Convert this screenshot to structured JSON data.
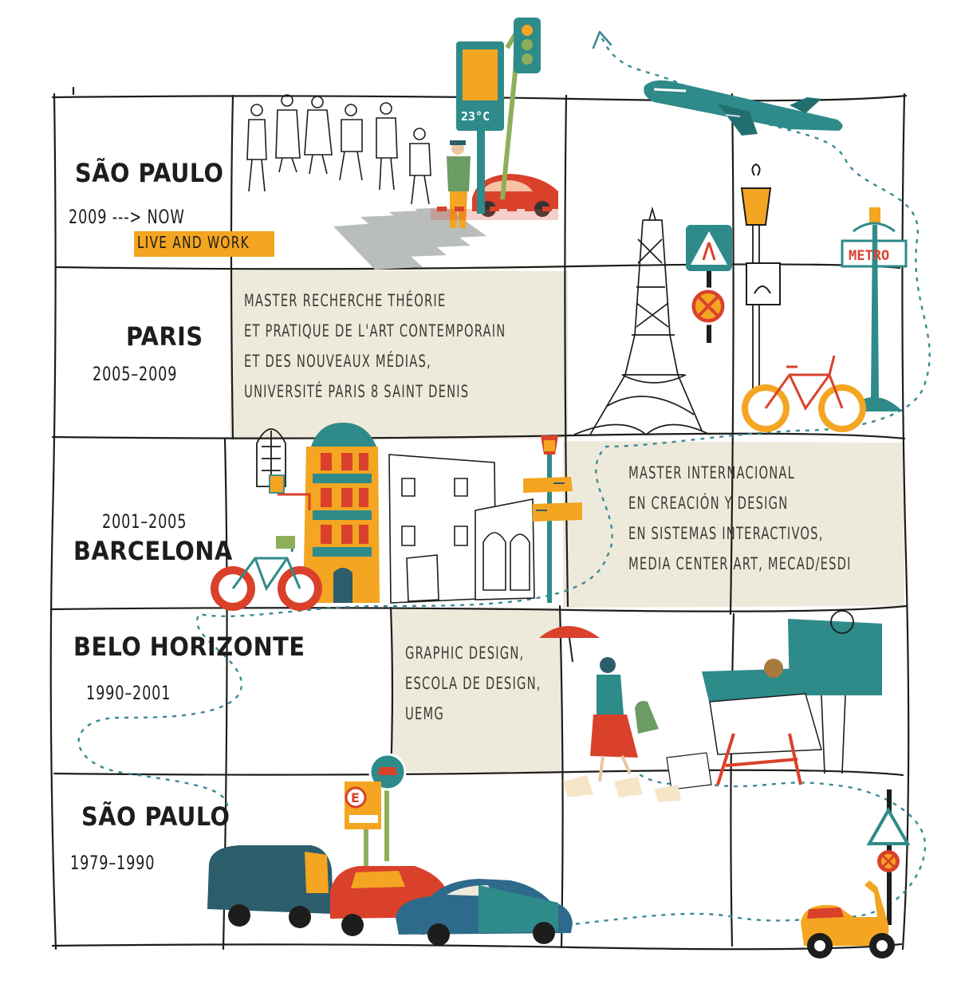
{
  "entries": [
    {
      "city": "SÃO PAULO",
      "years": "2009 ---> NOW",
      "tag": "LIVE AND WORK"
    },
    {
      "city": "PARIS",
      "years": "2005–2009",
      "description": [
        "MASTER RECHERCHE THÉORIE",
        "ET PRATIQUE DE L'ART CONTEMPORAIN",
        "ET DES NOUVEAUX MÉDIAS,",
        "UNIVERSITÉ PARIS 8 SAINT DENIS"
      ]
    },
    {
      "city": "BARCELONA",
      "years": "2001–2005",
      "description": [
        "MASTER INTERNACIONAL",
        "EN CREACIÓN Y DESIGN",
        "EN SISTEMAS INTERACTIVOS,",
        "MEDIA CENTER ART, MECAD/ESDI"
      ]
    },
    {
      "city": "BELO HORIZONTE",
      "years": "1990–2001",
      "description": [
        "GRAPHIC DESIGN,",
        "ESCOLA DE DESIGN,",
        "UEMG"
      ]
    },
    {
      "city": "SÃO PAULO",
      "years": "1979–1990"
    }
  ],
  "signs": {
    "thermometer": "23°C",
    "metro": "METRO",
    "parking": "E"
  },
  "colors": {
    "teal": "#2e8b8a",
    "orange": "#f4a521",
    "red": "#d9412b",
    "beige": "#eeeadb",
    "dark_teal": "#2c5d6b",
    "ink": "#1d1d1b"
  }
}
